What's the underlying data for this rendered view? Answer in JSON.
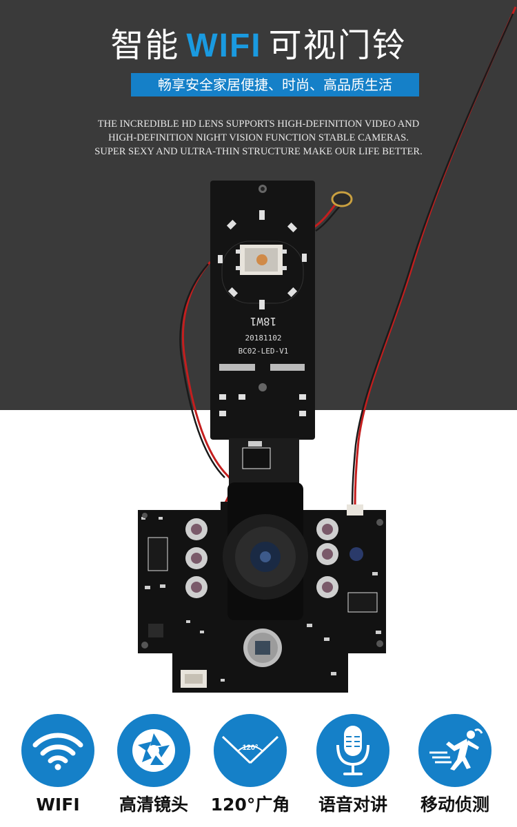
{
  "header": {
    "title_prefix": "智能",
    "title_accent": "WIFI",
    "title_suffix": "可视门铃",
    "tagline": "畅享安全家居便捷、时尚、高品质生活"
  },
  "description": [
    "THE INCREDIBLE HD LENS SUPPORTS HIGH-DEFINITION VIDEO AND",
    "HIGH-DEFINITION NIGHT VISION FUNCTION STABLE CAMERAS.",
    "SUPER SEXY AND ULTRA-THIN STRUCTURE MAKE OUR LIFE BETTER."
  ],
  "board_text": {
    "line1": "18W1",
    "line2": "20181102",
    "line3": "BC02-LED-V1"
  },
  "features": [
    {
      "label": "WIFI",
      "icon": "wifi-icon"
    },
    {
      "label": "高清镜头",
      "icon": "camera-aperture-icon"
    },
    {
      "label": "120°广角",
      "icon": "wide-angle-icon",
      "angle_text": "120°"
    },
    {
      "label": "语音对讲",
      "icon": "microphone-icon"
    },
    {
      "label": "移动侦测",
      "icon": "motion-detection-icon"
    }
  ],
  "colors": {
    "hero_bg": "#3a3a3a",
    "accent_blue": "#1a9ae0",
    "tagline_bg": "#1580c8",
    "icon_circle": "#1580c8"
  }
}
